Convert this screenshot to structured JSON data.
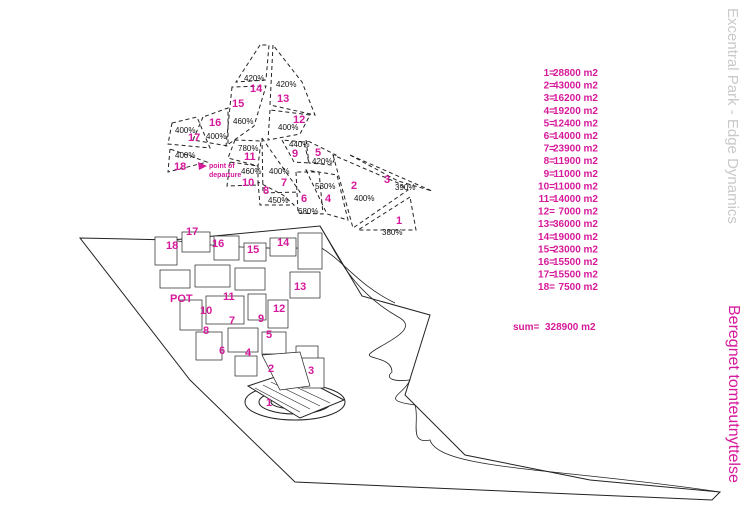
{
  "title_grey": "Excentral Park - Edge Dynamics",
  "title_pink": "Beregnet tomteutnyttelse",
  "departure_label_line1": "point of",
  "departure_label_line2": "departure",
  "pot_label": "POT",
  "plots": [
    {
      "id": "1",
      "area": "28800 m2",
      "ratio": "380%"
    },
    {
      "id": "2",
      "area": "43000 m2",
      "ratio": "400%"
    },
    {
      "id": "3",
      "area": "16200 m2",
      "ratio": "390%"
    },
    {
      "id": "4",
      "area": "19200 m2",
      "ratio": "530%"
    },
    {
      "id": "5",
      "area": "12400 m2",
      "ratio": "420%"
    },
    {
      "id": "6",
      "area": "14000 m2",
      "ratio": "680%"
    },
    {
      "id": "7",
      "area": "23900 m2",
      "ratio": "400%"
    },
    {
      "id": "8",
      "area": "11900 m2",
      "ratio": "450%"
    },
    {
      "id": "9",
      "area": "11000 m2",
      "ratio": "440%"
    },
    {
      "id": "10",
      "area": "11000 m2",
      "ratio": "460%"
    },
    {
      "id": "11",
      "area": "14000 m2",
      "ratio": "780%"
    },
    {
      "id": "12",
      "area": "7000 m2",
      "ratio": "400%"
    },
    {
      "id": "13",
      "area": "36000 m2",
      "ratio": "420%"
    },
    {
      "id": "14",
      "area": "19000 m2",
      "ratio": "420%"
    },
    {
      "id": "15",
      "area": "23000 m2",
      "ratio": "460%"
    },
    {
      "id": "16",
      "area": "15500 m2",
      "ratio": "400%"
    },
    {
      "id": "17",
      "area": "15500 m2",
      "ratio": "400%"
    },
    {
      "id": "18",
      "area": "7500 m2",
      "ratio": "400%"
    }
  ],
  "sum_label": "sum=",
  "sum_value": "328900 m2"
}
